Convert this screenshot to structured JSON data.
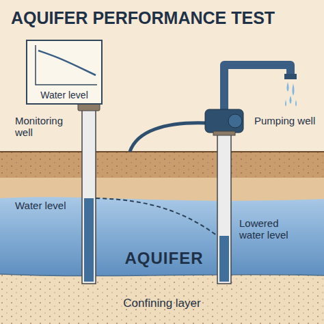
{
  "diagram": {
    "title": "AQUIFER PERFORMANCE TEST",
    "nodes": [
      {
        "text": [
          "Water level"
        ]
      },
      {
        "text": [
          "AQUIFER"
        ]
      },
      {
        "text": [
          "Confining layer"
        ]
      }
    ],
    "labels": [
      "Monitoring well",
      "Pumping well",
      "Water level",
      "Lowered water level"
    ]
  }
}
